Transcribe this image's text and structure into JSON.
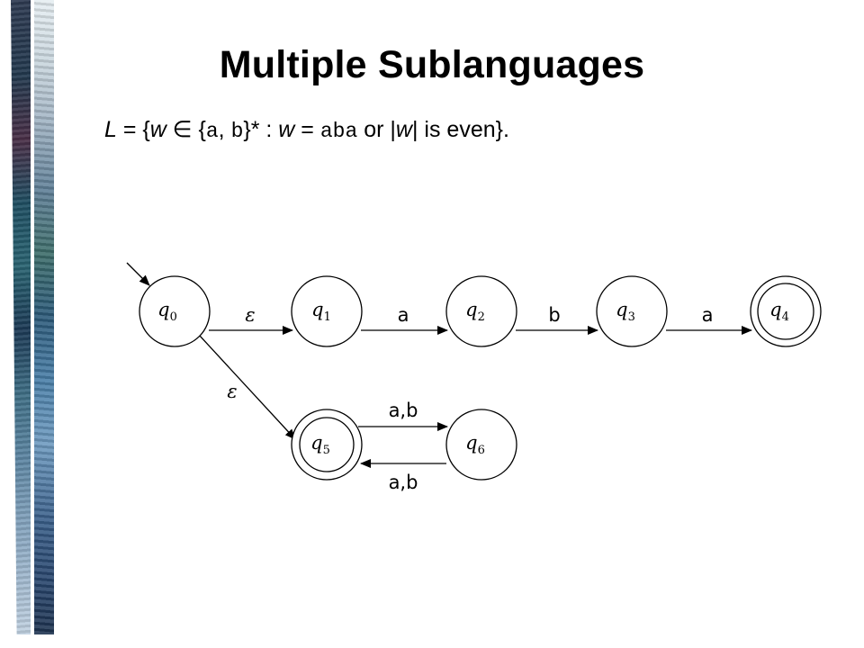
{
  "slide": {
    "title": "Multiple Sublanguages",
    "formula": {
      "p1": "L",
      "p2": " = {",
      "p3": "w",
      "p4": " ∈ {",
      "p5": "a",
      "p6": ", ",
      "p7": "b",
      "p8": "}* : ",
      "p9": "w",
      "p10": " = ",
      "p11": "aba",
      "p12": " or |",
      "p13": "w",
      "p14": "| is even}."
    }
  },
  "diagram": {
    "states": [
      {
        "name": "q",
        "sub": "0",
        "accepting": false,
        "start": true
      },
      {
        "name": "q",
        "sub": "1",
        "accepting": false,
        "start": false
      },
      {
        "name": "q",
        "sub": "2",
        "accepting": false,
        "start": false
      },
      {
        "name": "q",
        "sub": "3",
        "accepting": false,
        "start": false
      },
      {
        "name": "q",
        "sub": "4",
        "accepting": true,
        "start": false
      },
      {
        "name": "q",
        "sub": "5",
        "accepting": true,
        "start": false
      },
      {
        "name": "q",
        "sub": "6",
        "accepting": false,
        "start": false
      }
    ],
    "transitions": [
      {
        "from": "q0",
        "to": "q1",
        "label": "ε"
      },
      {
        "from": "q1",
        "to": "q2",
        "label": "a"
      },
      {
        "from": "q2",
        "to": "q3",
        "label": "b"
      },
      {
        "from": "q3",
        "to": "q4",
        "label": "a"
      },
      {
        "from": "q0",
        "to": "q5",
        "label": "ε"
      },
      {
        "from": "q5",
        "to": "q6",
        "label": "a,b"
      },
      {
        "from": "q6",
        "to": "q5",
        "label": "a,b"
      }
    ]
  }
}
